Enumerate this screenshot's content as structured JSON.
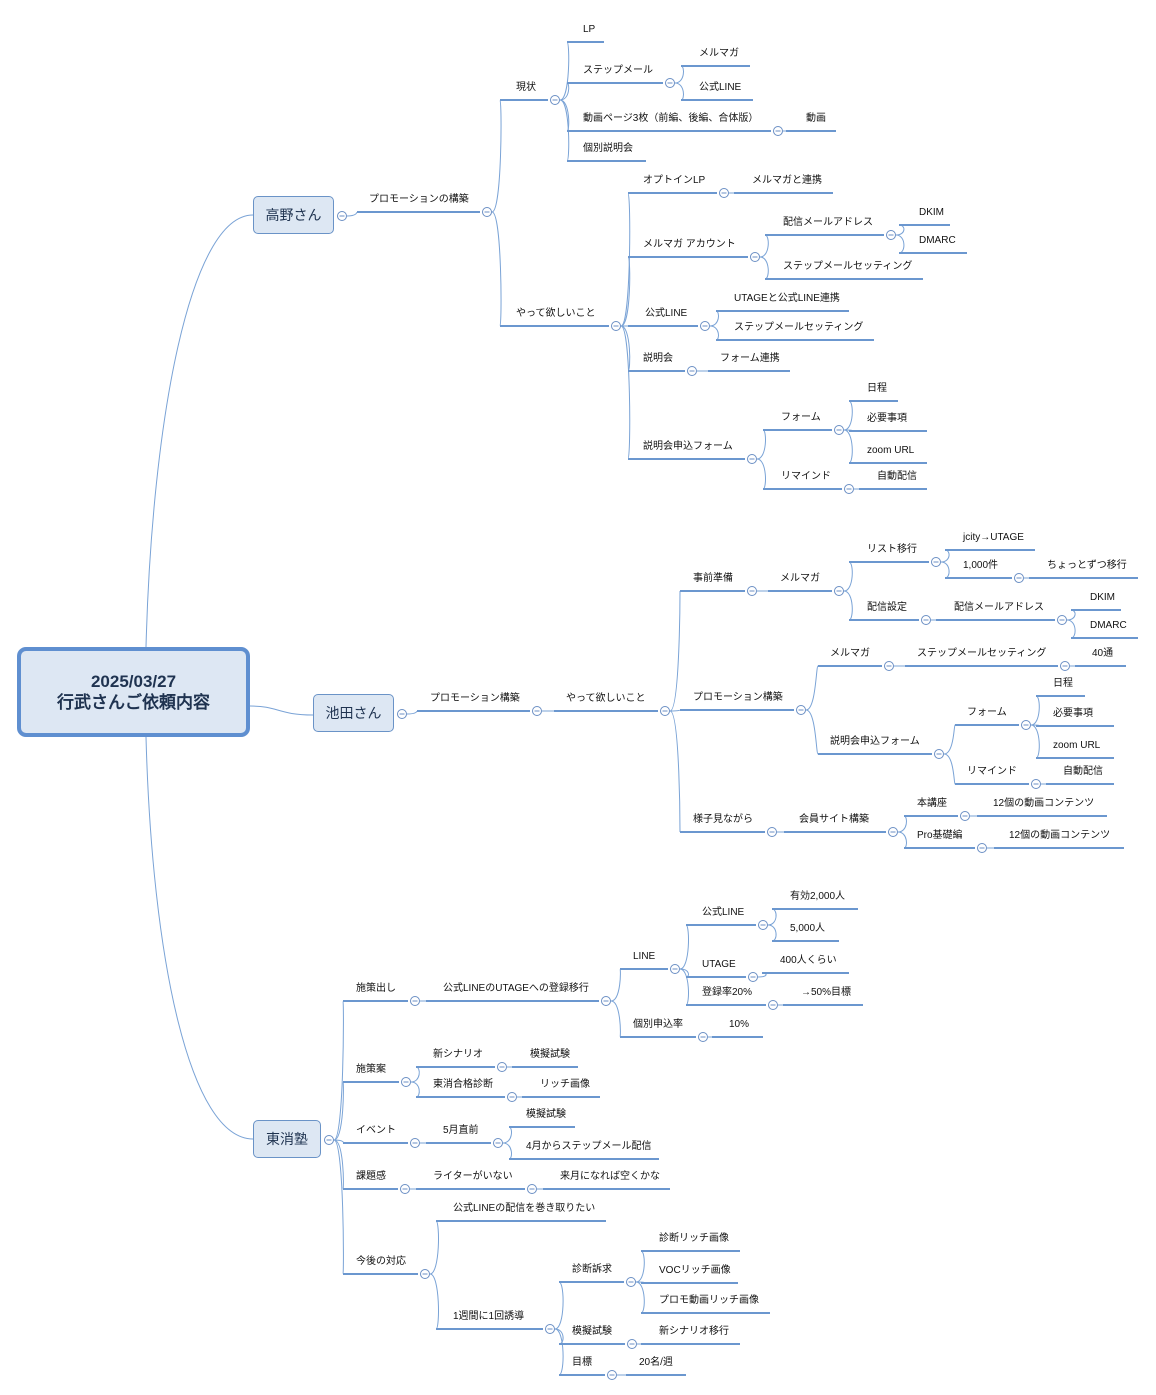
{
  "colors": {
    "line": "#6b97cf",
    "connector": "#7aa3d6",
    "toggle": "#6b8fc4",
    "box_fill": "#dde7f3"
  },
  "icons": {
    "collapse": "collapse-minus-icon"
  },
  "root": {
    "title_line1": "2025/03/27",
    "title_line2": "行武さんご依頼内容"
  },
  "branches": {
    "takano": {
      "name": "高野さん",
      "promo": "プロモーションの構築",
      "current": "現状",
      "lp": "LP",
      "step_mail": "ステップメール",
      "mailmag": "メルマガ",
      "official_line": "公式LINE",
      "video_pages": "動画ページ3枚（前編、後編、合体版）",
      "video": "動画",
      "indiv_session": "個別説明会",
      "wants": "やって欲しいこと",
      "optin_lp": "オプトインLP",
      "mailmag_link": "メルマガと連携",
      "mailmag_account": "メルマガ アカウント",
      "sender_address": "配信メールアドレス",
      "dkim": "DKIM",
      "dmarc": "DMARC",
      "step_mail_setting": "ステップメールセッティング",
      "line": "公式LINE",
      "utage_line": "UTAGEと公式LINE連携",
      "line_step_setting": "ステップメールセッティング",
      "session": "説明会",
      "form_link": "フォーム連携",
      "session_form": "説明会申込フォーム",
      "form": "フォーム",
      "schedule": "日程",
      "required": "必要事項",
      "zoom": "zoom URL",
      "remind": "リマインド",
      "auto": "自動配信"
    },
    "ikeda": {
      "name": "池田さん",
      "promo": "プロモーション構築",
      "wants": "やって欲しいこと",
      "prep": "事前準備",
      "mailmag": "メルマガ",
      "list_move": "リスト移行",
      "jcity": "jcity→UTAGE",
      "count": "1,000件",
      "gradual": "ちょっとずつ移行",
      "delivery_setting": "配信設定",
      "sender_address": "配信メールアドレス",
      "dkim": "DKIM",
      "dmarc": "DMARC",
      "promo2": "プロモーション構築",
      "mailmag2": "メルマガ",
      "step_setting": "ステップメールセッティング",
      "forty": "40通",
      "session_form": "説明会申込フォーム",
      "form": "フォーム",
      "schedule": "日程",
      "required": "必要事項",
      "zoom": "zoom URL",
      "remind": "リマインド",
      "auto": "自動配信",
      "watch": "様子見ながら",
      "member_site": "会員サイト構築",
      "main_course": "本講座",
      "main_videos": "12個の動画コンテンツ",
      "pro_basic": "Pro基礎編",
      "pro_videos": "12個の動画コンテンツ"
    },
    "toshou": {
      "name": "東消塾",
      "measures_out": "施策出し",
      "line_to_utage": "公式LINEのUTAGEへの登録移行",
      "line": "LINE",
      "official_line": "公式LINE",
      "active": "有効2,000人",
      "five_k": "5,000人",
      "utage": "UTAGE",
      "four_hundred": "400人くらい",
      "reg_rate": "登録率20%",
      "goal": "→50%目標",
      "indiv_rate": "個別申込率",
      "ten": "10%",
      "plans": "施策案",
      "new_scenario": "新シナリオ",
      "mock_exam": "模擬試験",
      "diag": "東消合格診断",
      "rich": "リッチ画像",
      "event": "イベント",
      "may": "5月直前",
      "event_mock": "模擬試験",
      "april_step": "4月からステップメール配信",
      "issues": "課題感",
      "no_writer": "ライターがいない",
      "next_month": "来月になれば空くかな",
      "next_steps": "今後の対応",
      "take_over": "公式LINEの配信を巻き取りたい",
      "weekly": "1週間に1回誘導",
      "diag_appeal": "診断訴求",
      "diag_rich": "診断リッチ画像",
      "voc_rich": "VOCリッチ画像",
      "promo_rich": "プロモ動画リッチ画像",
      "mock": "模擬試験",
      "new_scenario_move": "新シナリオ移行",
      "target": "目標",
      "per_week": "20名/週"
    }
  }
}
